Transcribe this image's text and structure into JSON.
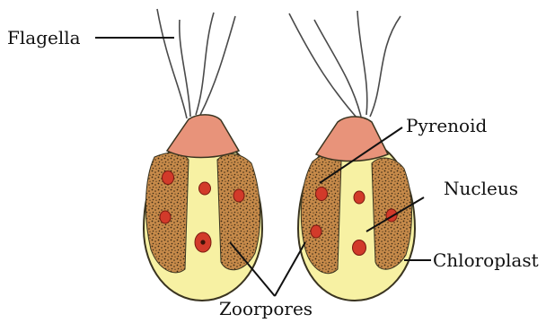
{
  "labels": {
    "flagella": "Flagella",
    "pyrenoid": "Pyrenoid",
    "nucleus": "Nucleus",
    "chloroplast": "Chloroplast",
    "zoospores": "Zoorpores"
  },
  "colors": {
    "cell_body": "#f7f1a3",
    "cell_outline": "#3a3420",
    "chloroplast": "#c68a4a",
    "chloroplast_dots": "#3b2a14",
    "cap": "#e8937a",
    "pyrenoid": "#d23a2a",
    "flagella": "#4a4a4a",
    "leader_line": "#111111"
  }
}
